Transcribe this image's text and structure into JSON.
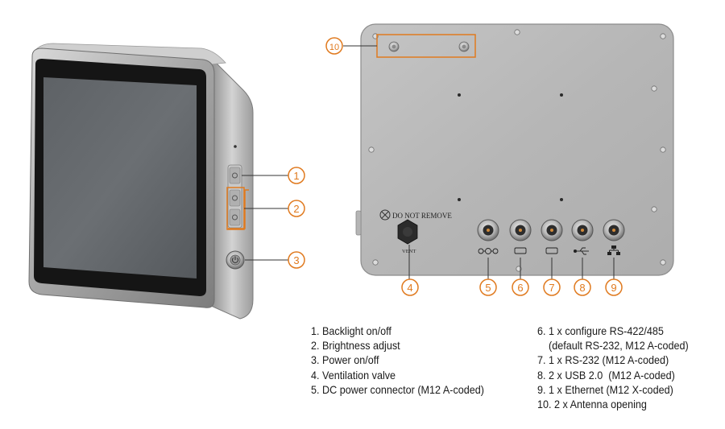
{
  "device": {
    "panel_labels": {
      "do_not_remove": "DO NOT REMOVE",
      "vent": "VENT"
    },
    "accent_color": "#e07a1f",
    "icons": [
      "backlight-icon",
      "brightness-up-icon",
      "brightness-down-icon",
      "power-icon",
      "dc-power-icon",
      "serial-port-icon",
      "usb-icon",
      "ethernet-icon",
      "no-remove-icon"
    ]
  },
  "callouts": [
    {
      "num": "1"
    },
    {
      "num": "2"
    },
    {
      "num": "3"
    },
    {
      "num": "4"
    },
    {
      "num": "5"
    },
    {
      "num": "6"
    },
    {
      "num": "7"
    },
    {
      "num": "8"
    },
    {
      "num": "9"
    },
    {
      "num": "10"
    }
  ],
  "legend": {
    "left": [
      "1. Backlight on/off",
      "2. Brightness adjust",
      "3. Power on/off",
      "4. Ventilation valve",
      "5. DC power connector (M12 A-coded)"
    ],
    "right": [
      "6. 1 x configure RS-422/485",
      "    (default RS-232, M12 A-coded)",
      "7. 1 x RS-232 (M12 A-coded)",
      "8. 2 x USB 2.0  (M12 A-coded)",
      "9. 1 x Ethernet (M12 X-coded)",
      "10. 2 x Antenna opening"
    ]
  }
}
